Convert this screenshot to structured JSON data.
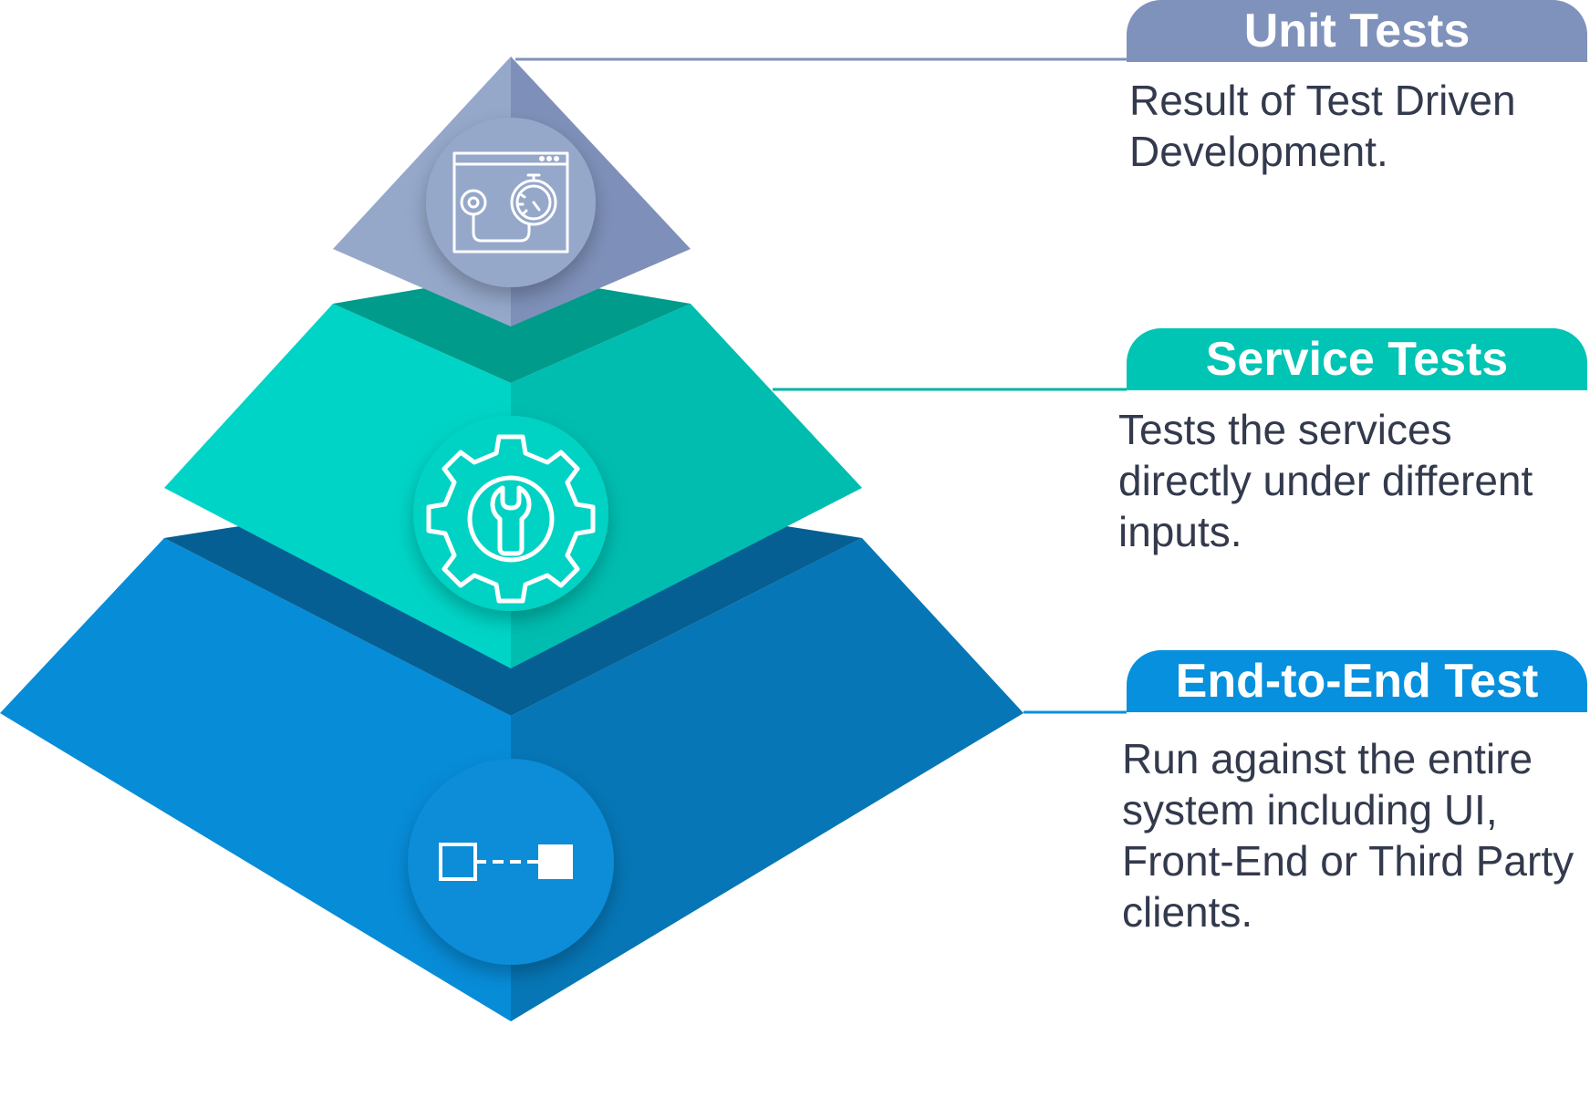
{
  "colors": {
    "unit": "#7f92bb",
    "service": "#00c4b4",
    "e2e": "#0790dd",
    "text": "#333a4d"
  },
  "tiers": [
    {
      "key": "unit",
      "title": "Unit Tests",
      "description": "Result of Test Driven Development.",
      "icon": "browser-gauge-icon"
    },
    {
      "key": "service",
      "title": "Service Tests",
      "description": "Tests the services directly under different inputs.",
      "icon": "gear-wrench-icon"
    },
    {
      "key": "e2e",
      "title": "End-to-End Test",
      "description": "Run against the entire system including UI, Front-End or Third Party clients.",
      "icon": "connected-boxes-icon"
    }
  ]
}
